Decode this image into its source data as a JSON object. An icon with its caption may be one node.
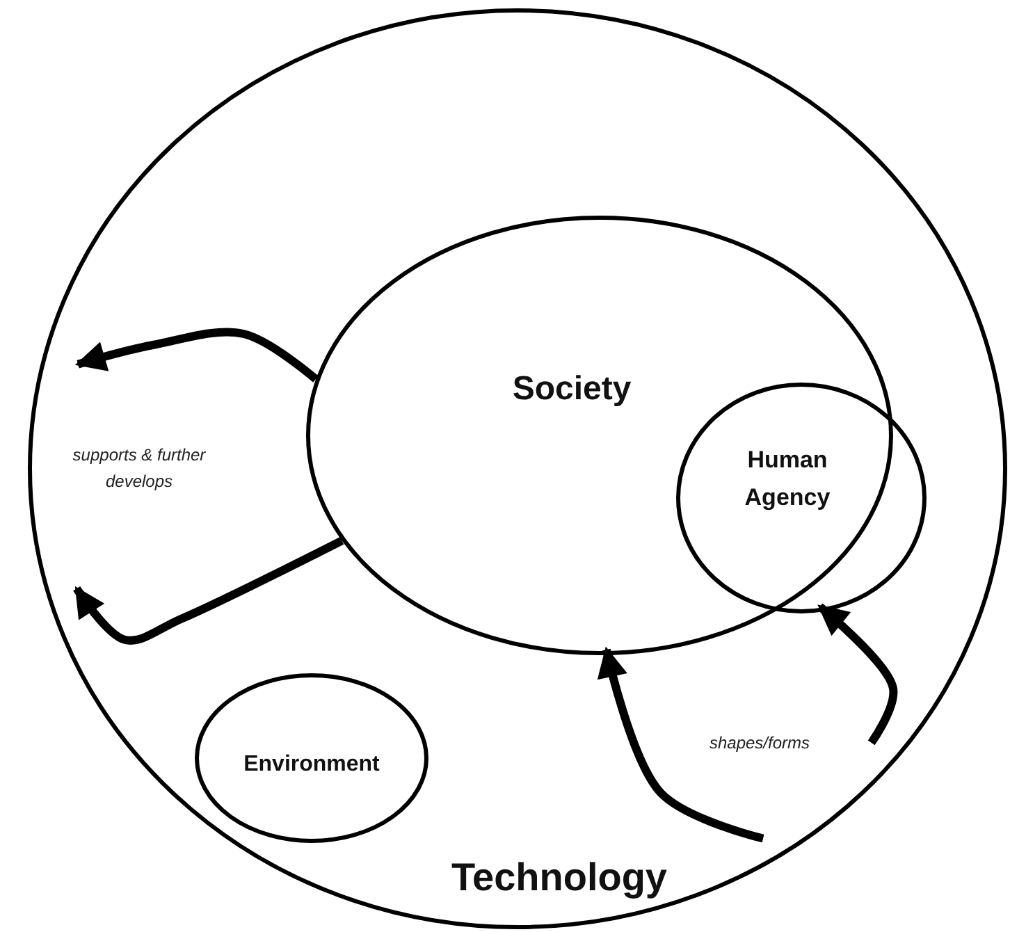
{
  "diagram": {
    "nodes": [
      {
        "text": [
          "Technology"
        ]
      },
      {
        "text": [
          "Society"
        ],
        "in": 0
      },
      {
        "text": [
          "Human Agency"
        ],
        "in": 0
      },
      {
        "text": [
          "Environment"
        ],
        "in": 0
      }
    ],
    "edges": [
      {
        "from": 1,
        "to": 0,
        "arrow": "to"
      },
      {
        "from": 1,
        "to": 0,
        "arrow": "to"
      },
      {
        "from": 0,
        "to": 1,
        "arrow": "to"
      },
      {
        "from": 0,
        "to": 2,
        "arrow": "to"
      }
    ],
    "labels": [
      "supports & further develops",
      "shapes/forms"
    ]
  }
}
